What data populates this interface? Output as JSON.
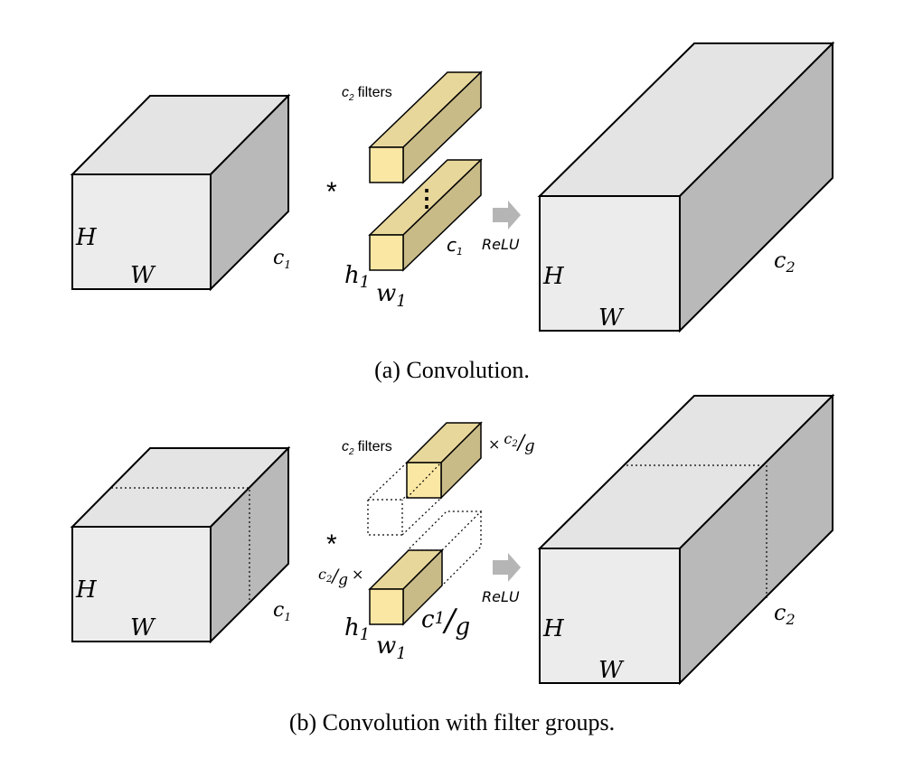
{
  "panel_a": {
    "caption": "(a) Convolution.",
    "input": {
      "height": "H",
      "width": "W",
      "channels": "c",
      "channels_sub": "1"
    },
    "filters_label": {
      "c": "c",
      "sub": "2",
      "word": "filters"
    },
    "filter_dims": {
      "h": "h",
      "h_sub": "1",
      "w": "w",
      "w_sub": "1",
      "c": "c",
      "c_sub": "1"
    },
    "op_symbol": "*",
    "arrow_label": "ReLU",
    "output": {
      "height": "H",
      "width": "W",
      "channels": "c",
      "channels_sub": "2"
    },
    "ellipsis": "⋮"
  },
  "panel_b": {
    "caption": "(b) Convolution with filter groups.",
    "input": {
      "height": "H",
      "width": "W",
      "channels": "c",
      "channels_sub": "1"
    },
    "filters_label": {
      "c": "c",
      "sub": "2",
      "word": "filters"
    },
    "multiplier_top": {
      "times": "×",
      "c": "c",
      "sub": "2",
      "slash": "/",
      "g": "g"
    },
    "multiplier_left": {
      "c": "c",
      "sub": "2",
      "slash": "/",
      "g": "g",
      "times": "×"
    },
    "filter_dims": {
      "h": "h",
      "h_sub": "1",
      "w": "w",
      "w_sub": "1",
      "c": "c",
      "c_sub": "1",
      "slash": "/",
      "g": "g"
    },
    "op_symbol": "*",
    "arrow_label": "ReLU",
    "output": {
      "height": "H",
      "width": "W",
      "channels": "c",
      "channels_sub": "2"
    }
  }
}
